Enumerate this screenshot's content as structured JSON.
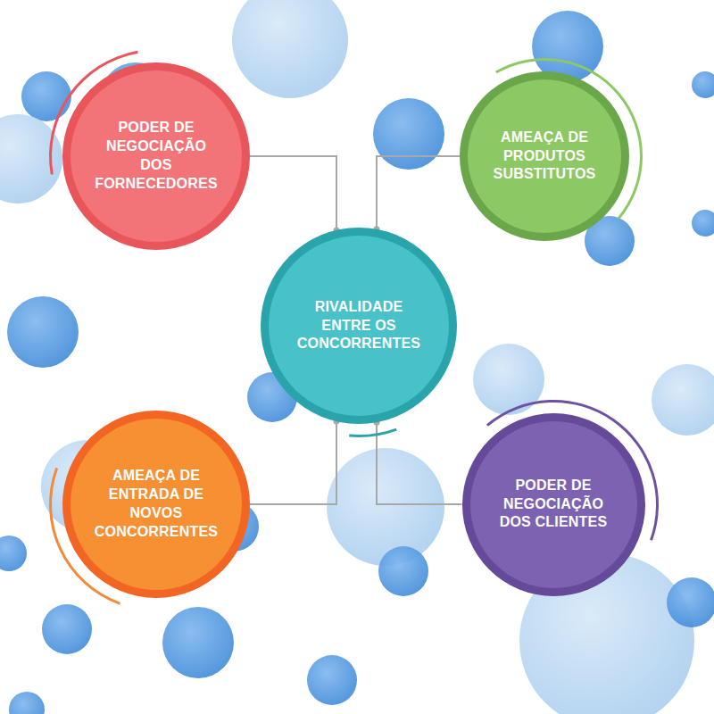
{
  "diagram": {
    "nodes": [
      {
        "text": [
          "PODER DE NEGOCIAÇÃO DOS FORNECEDORES"
        ]
      },
      {
        "text": [
          "AMEAÇA DE PRODUTOS SUBSTITUTOS"
        ]
      },
      {
        "text": [
          "RIVALIDADE ENTRE OS CONCORRENTES"
        ]
      },
      {
        "text": [
          "AMEAÇA DE ENTRADA DE NOVOS CONCORRENTES"
        ]
      },
      {
        "text": [
          "PODER DE NEGOCIAÇÃO DOS CLIENTES"
        ]
      }
    ],
    "edges": [
      {
        "from": 2,
        "to": 0,
        "arrow": "none"
      },
      {
        "from": 2,
        "to": 1,
        "arrow": "none"
      },
      {
        "from": 2,
        "to": 3,
        "arrow": "none"
      },
      {
        "from": 2,
        "to": 4,
        "arrow": "none"
      }
    ]
  }
}
